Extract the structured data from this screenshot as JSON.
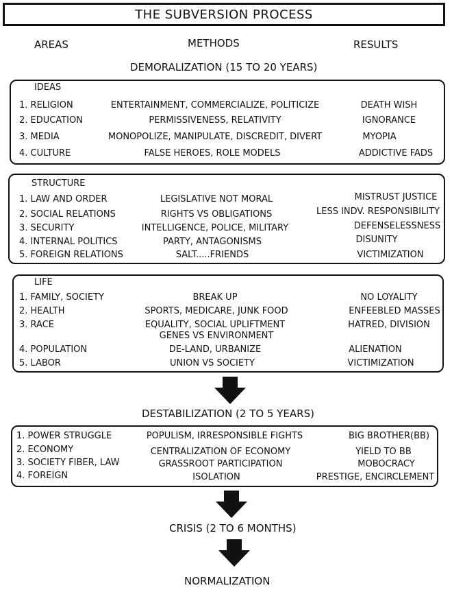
{
  "title": "THE SUBVERSION PROCESS",
  "headers": {
    "areas": "AREAS",
    "methods": "METHODS",
    "results": "RESULTS"
  },
  "phases": {
    "demoralization": "DEMORALIZATION (15 TO 20 YEARS)",
    "destabilization": "DESTABILIZATION (2 TO 5 YEARS)",
    "crisis": "CRISIS (2 TO 6 MONTHS)",
    "normalization": "NORMALIZATION"
  },
  "ideas": {
    "label": "IDEAS",
    "rows": [
      {
        "area": "1.  RELIGION",
        "method": "ENTERTAINMENT, COMMERCIALIZE, POLITICIZE",
        "result": "DEATH WISH"
      },
      {
        "area": "2. EDUCATION",
        "method": "PERMISSIVENESS, RELATIVITY",
        "result": "IGNORANCE"
      },
      {
        "area": "3. MEDIA",
        "method": "MONOPOLIZE, MANIPULATE, DISCREDIT, DIVERT",
        "result": "MYOPIA"
      },
      {
        "area": "4. CULTURE",
        "method": "FALSE HEROES, ROLE MODELS",
        "result": "ADDICTIVE FADS"
      }
    ]
  },
  "structure": {
    "label": "STRUCTURE",
    "rows": [
      {
        "area": "1. LAW AND ORDER",
        "method": "LEGISLATIVE NOT MORAL",
        "result": "MISTRUST JUSTICE"
      },
      {
        "area": "2. SOCIAL RELATIONS",
        "method": "RIGHTS VS OBLIGATIONS",
        "result": "LESS INDV. RESPONSIBILITY"
      },
      {
        "area": "3. SECURITY",
        "method": "INTELLIGENCE, POLICE, MILITARY",
        "result": "DEFENSELESSNESS"
      },
      {
        "area": "4. INTERNAL POLITICS",
        "method": "PARTY, ANTAGONISMS",
        "result": "DISUNITY"
      },
      {
        "area": "5. FOREIGN RELATIONS",
        "method": "SALT.....FRIENDS",
        "result": "VICTIMIZATION"
      }
    ]
  },
  "life": {
    "label": "LIFE",
    "rows": [
      {
        "area": "1. FAMILY, SOCIETY",
        "method": "BREAK UP",
        "method2": "",
        "result": "NO LOYALITY"
      },
      {
        "area": "2. HEALTH",
        "method": "SPORTS, MEDICARE, JUNK FOOD",
        "method2": "",
        "result": "ENFEEBLED MASSES"
      },
      {
        "area": "3. RACE",
        "method": "EQUALITY, SOCIAL UPLIFTMENT",
        "method2": "GENES VS ENVIRONMENT",
        "result": "HATRED, DIVISION"
      },
      {
        "area": "4. POPULATION",
        "method": "DE-LAND, URBANIZE",
        "method2": "",
        "result": "ALIENATION"
      },
      {
        "area": "5. LABOR",
        "method": "UNION VS SOCIETY",
        "method2": "",
        "result": "VICTIMIZATION"
      }
    ]
  },
  "destab": {
    "rows": [
      {
        "area": "1. POWER STRUGGLE",
        "method": "POPULISM, IRRESPONSIBLE FIGHTS",
        "result": "BIG BROTHER(BB)"
      },
      {
        "area": "2. ECONOMY",
        "method": "CENTRALIZATION OF ECONOMY",
        "result": "YIELD TO BB"
      },
      {
        "area": "3. SOCIETY FIBER, LAW",
        "method": "GRASSROOT PARTICIPATION",
        "result": "MOBOCRACY"
      },
      {
        "area": "4. FOREIGN",
        "method": "ISOLATION",
        "result": "PRESTIGE, ENCIRCLEMENT"
      }
    ]
  }
}
